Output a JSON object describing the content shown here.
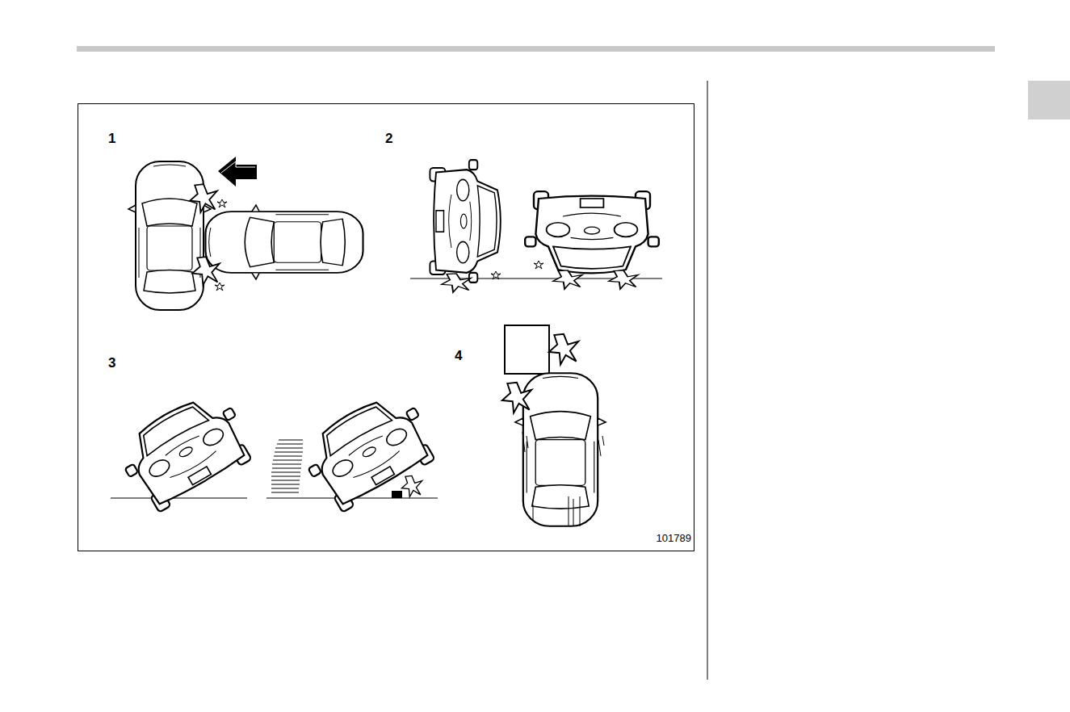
{
  "diagram": {
    "labels": [
      "1",
      "2",
      "3",
      "4",
      "101789"
    ]
  }
}
